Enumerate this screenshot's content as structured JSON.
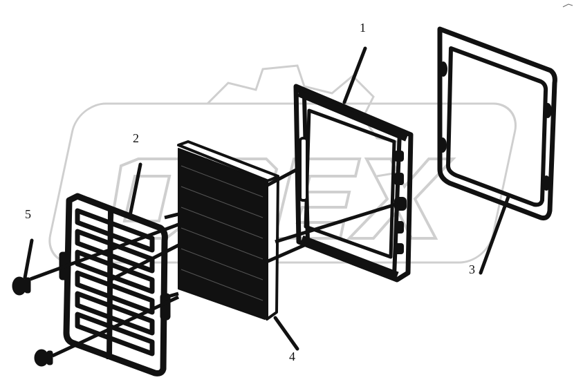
{
  "diagram": {
    "callouts": [
      {
        "id": "1",
        "label": "1"
      },
      {
        "id": "2",
        "label": "2"
      },
      {
        "id": "3",
        "label": "3"
      },
      {
        "id": "4",
        "label": "4"
      },
      {
        "id": "5",
        "label": "5"
      }
    ],
    "watermark_text": "OREX",
    "colors": {
      "ink": "#111111",
      "watermark": "#cfcfcf",
      "background": "#ffffff"
    }
  }
}
